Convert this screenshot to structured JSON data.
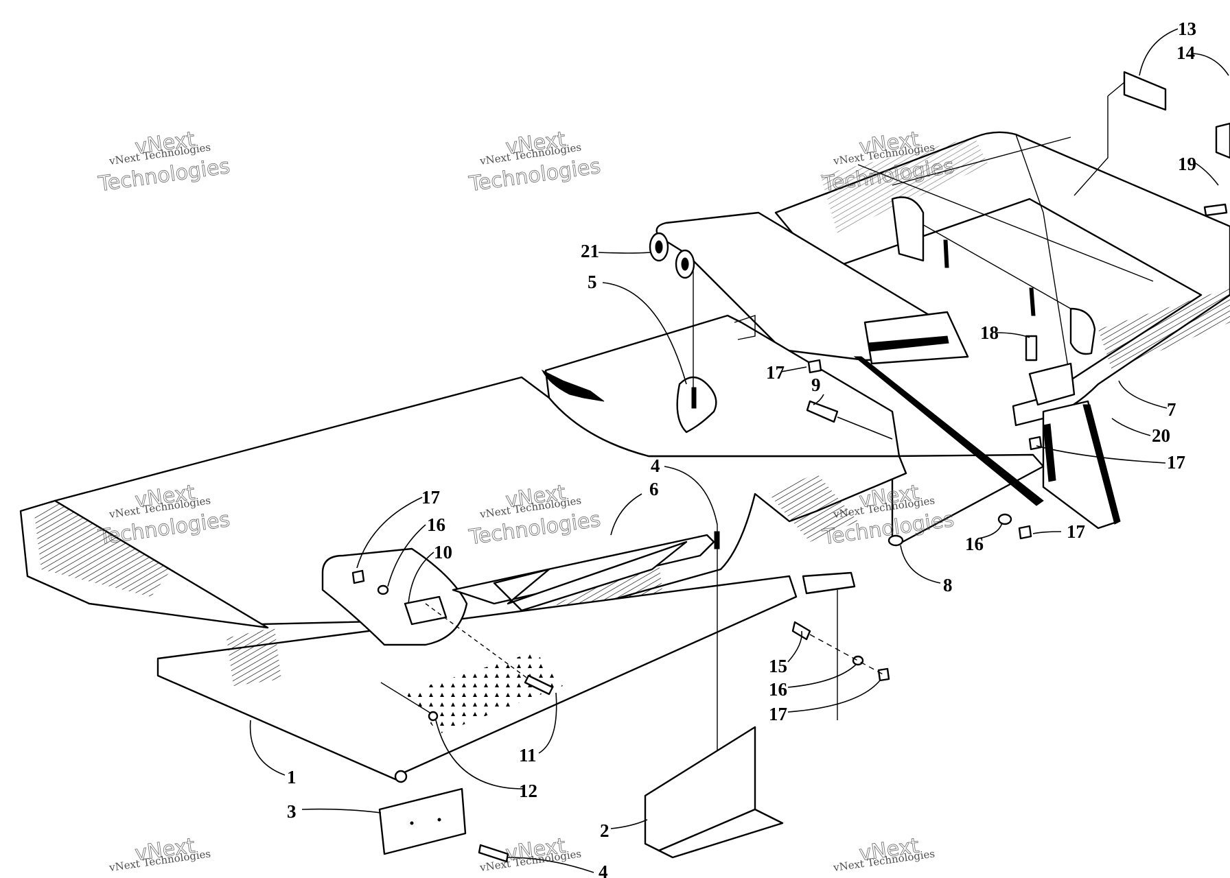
{
  "diagram": {
    "callouts": [
      {
        "id": "c21",
        "text": "21"
      },
      {
        "id": "c5",
        "text": "5"
      },
      {
        "id": "c17a",
        "text": "17"
      },
      {
        "id": "c9",
        "text": "9"
      },
      {
        "id": "c18",
        "text": "18"
      },
      {
        "id": "c7",
        "text": "7"
      },
      {
        "id": "c20",
        "text": "20"
      },
      {
        "id": "c17b",
        "text": "17"
      },
      {
        "id": "c13",
        "text": "13"
      },
      {
        "id": "c14",
        "text": "14"
      },
      {
        "id": "c19",
        "text": "19"
      },
      {
        "id": "c4a",
        "text": "4"
      },
      {
        "id": "c6",
        "text": "6"
      },
      {
        "id": "c17c",
        "text": "17"
      },
      {
        "id": "c16a",
        "text": "16"
      },
      {
        "id": "c10",
        "text": "10"
      },
      {
        "id": "c16b",
        "text": "16"
      },
      {
        "id": "c17d",
        "text": "17"
      },
      {
        "id": "c8",
        "text": "8"
      },
      {
        "id": "c15",
        "text": "15"
      },
      {
        "id": "c16c",
        "text": "16"
      },
      {
        "id": "c17e",
        "text": "17"
      },
      {
        "id": "c11",
        "text": "11"
      },
      {
        "id": "c12",
        "text": "12"
      },
      {
        "id": "c1",
        "text": "1"
      },
      {
        "id": "c3",
        "text": "3"
      },
      {
        "id": "c2",
        "text": "2"
      },
      {
        "id": "c4b",
        "text": "4"
      }
    ],
    "watermark": {
      "small": "vNext Technologies",
      "large_line1": "vNext",
      "large_line2": "Technologies"
    }
  },
  "colors": {
    "ink": "#000000",
    "paper": "#ffffff",
    "watermark": "#555555"
  }
}
